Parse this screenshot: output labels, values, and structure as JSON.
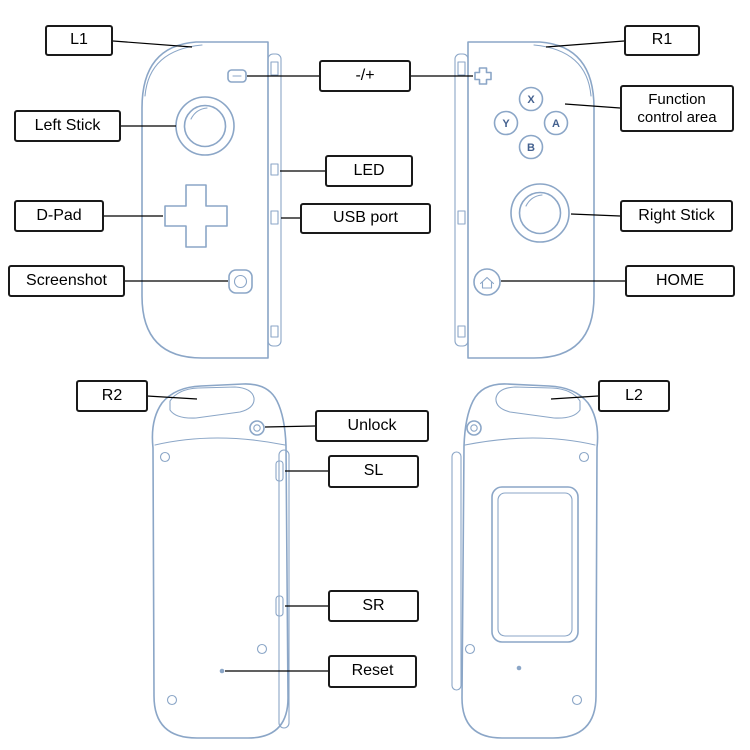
{
  "front": {
    "l1": "L1",
    "r1": "R1",
    "minus_plus": "-/+",
    "left_stick": "Left Stick",
    "function_control_area": "Function control area",
    "led": "LED",
    "dpad": "D-Pad",
    "usb_port": "USB port",
    "right_stick": "Right Stick",
    "screenshot": "Screenshot",
    "home": "HOME",
    "face_buttons": {
      "x": "X",
      "y": "Y",
      "a": "A",
      "b": "B"
    }
  },
  "back": {
    "r2": "R2",
    "l2": "L2",
    "unlock": "Unlock",
    "sl": "SL",
    "sr": "SR",
    "reset": "Reset"
  },
  "colors": {
    "line_art": "#8ba6c7",
    "face_button_letter": "#44618f",
    "connector": "#000000",
    "label_border": "#1a1a1a",
    "label_text": "#000000",
    "background": "#ffffff"
  }
}
